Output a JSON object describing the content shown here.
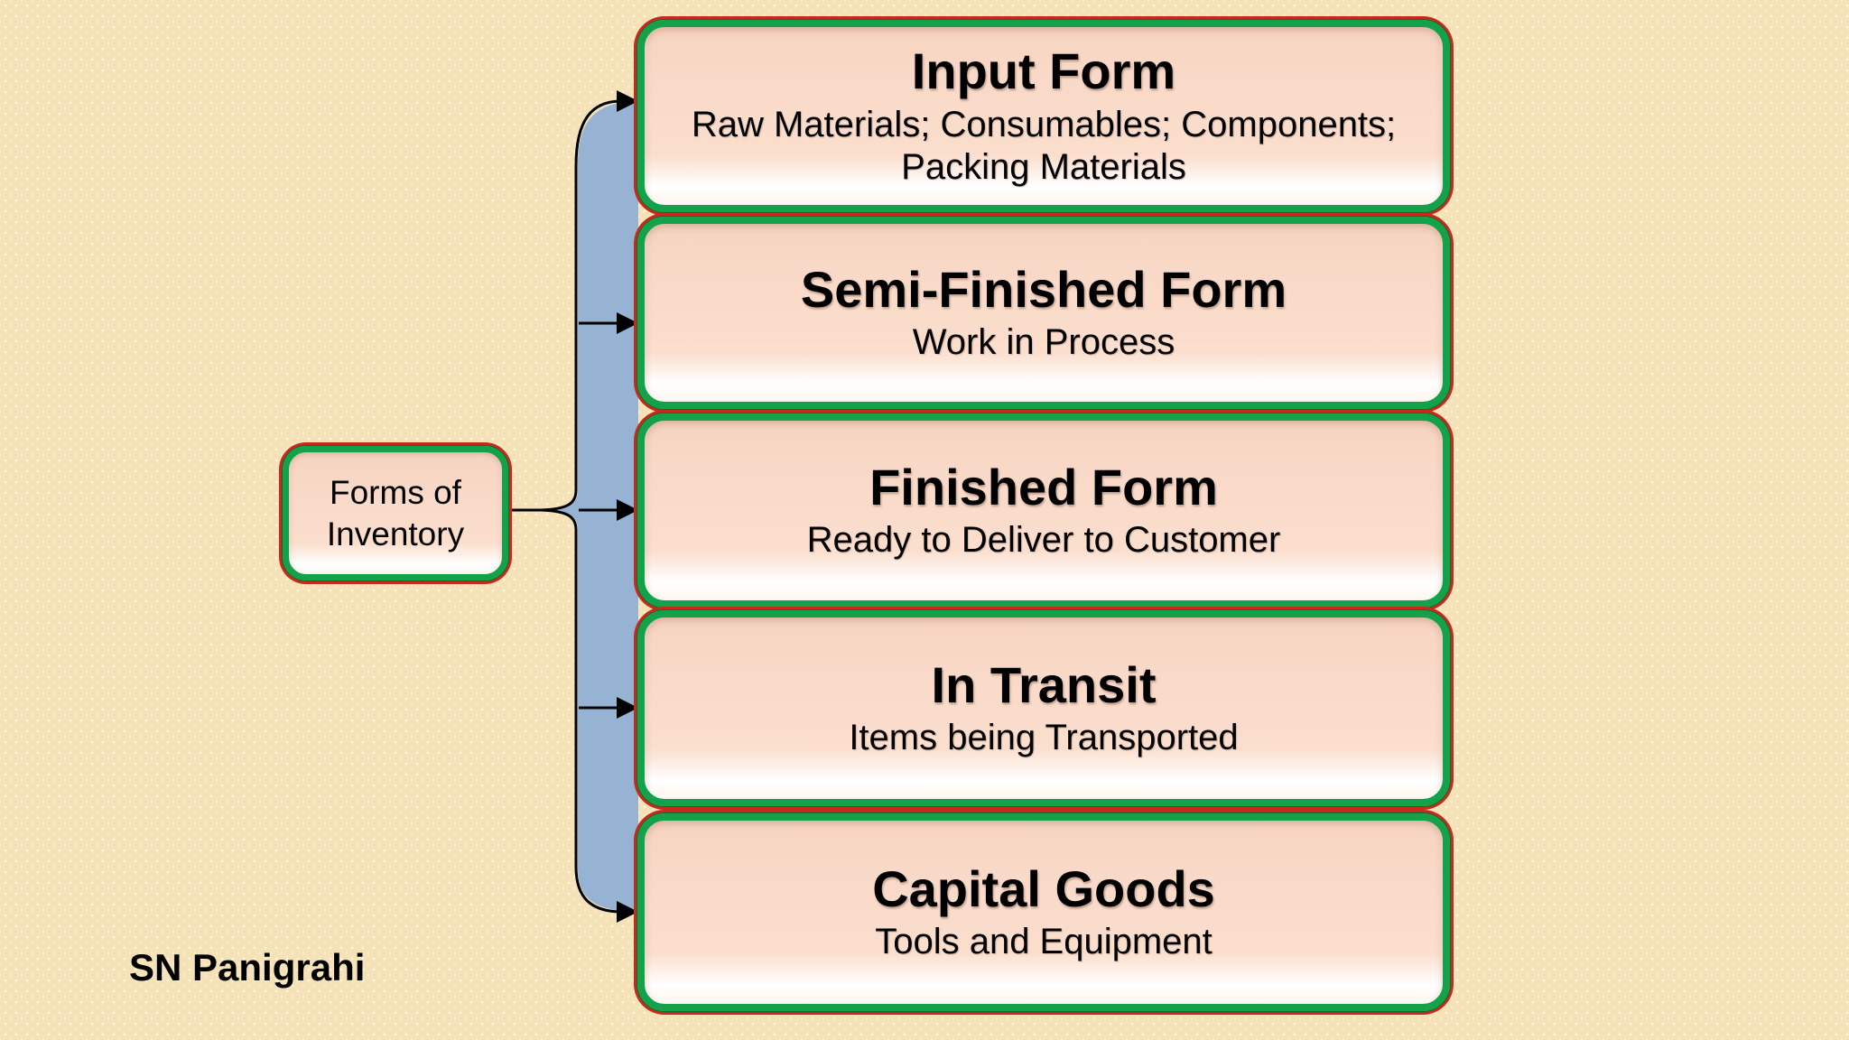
{
  "title_node": {
    "label": "Forms of Inventory",
    "label_lines": "Forms of\nInventory"
  },
  "items": [
    {
      "title": "Input Form",
      "subtitle": "Raw Materials; Consumables; Components; Packing Materials"
    },
    {
      "title": "Semi-Finished Form",
      "subtitle": "Work in Process"
    },
    {
      "title": "Finished Form",
      "subtitle": "Ready to Deliver to Customer"
    },
    {
      "title": "In Transit",
      "subtitle": "Items being Transported"
    },
    {
      "title": "Capital Goods",
      "subtitle": "Tools and Equipment"
    }
  ],
  "footer": {
    "author": "SN Panigrahi"
  },
  "colors": {
    "background": "#f5e2b8",
    "background_dots": "#fff7da",
    "box_fill": "#fadbca",
    "box_inner_glow": "#ffffff",
    "green_border": "#13a24a",
    "red_outline": "#c52a1a",
    "brace_fill": "#96b3d4",
    "line_and_text": "#000000"
  }
}
